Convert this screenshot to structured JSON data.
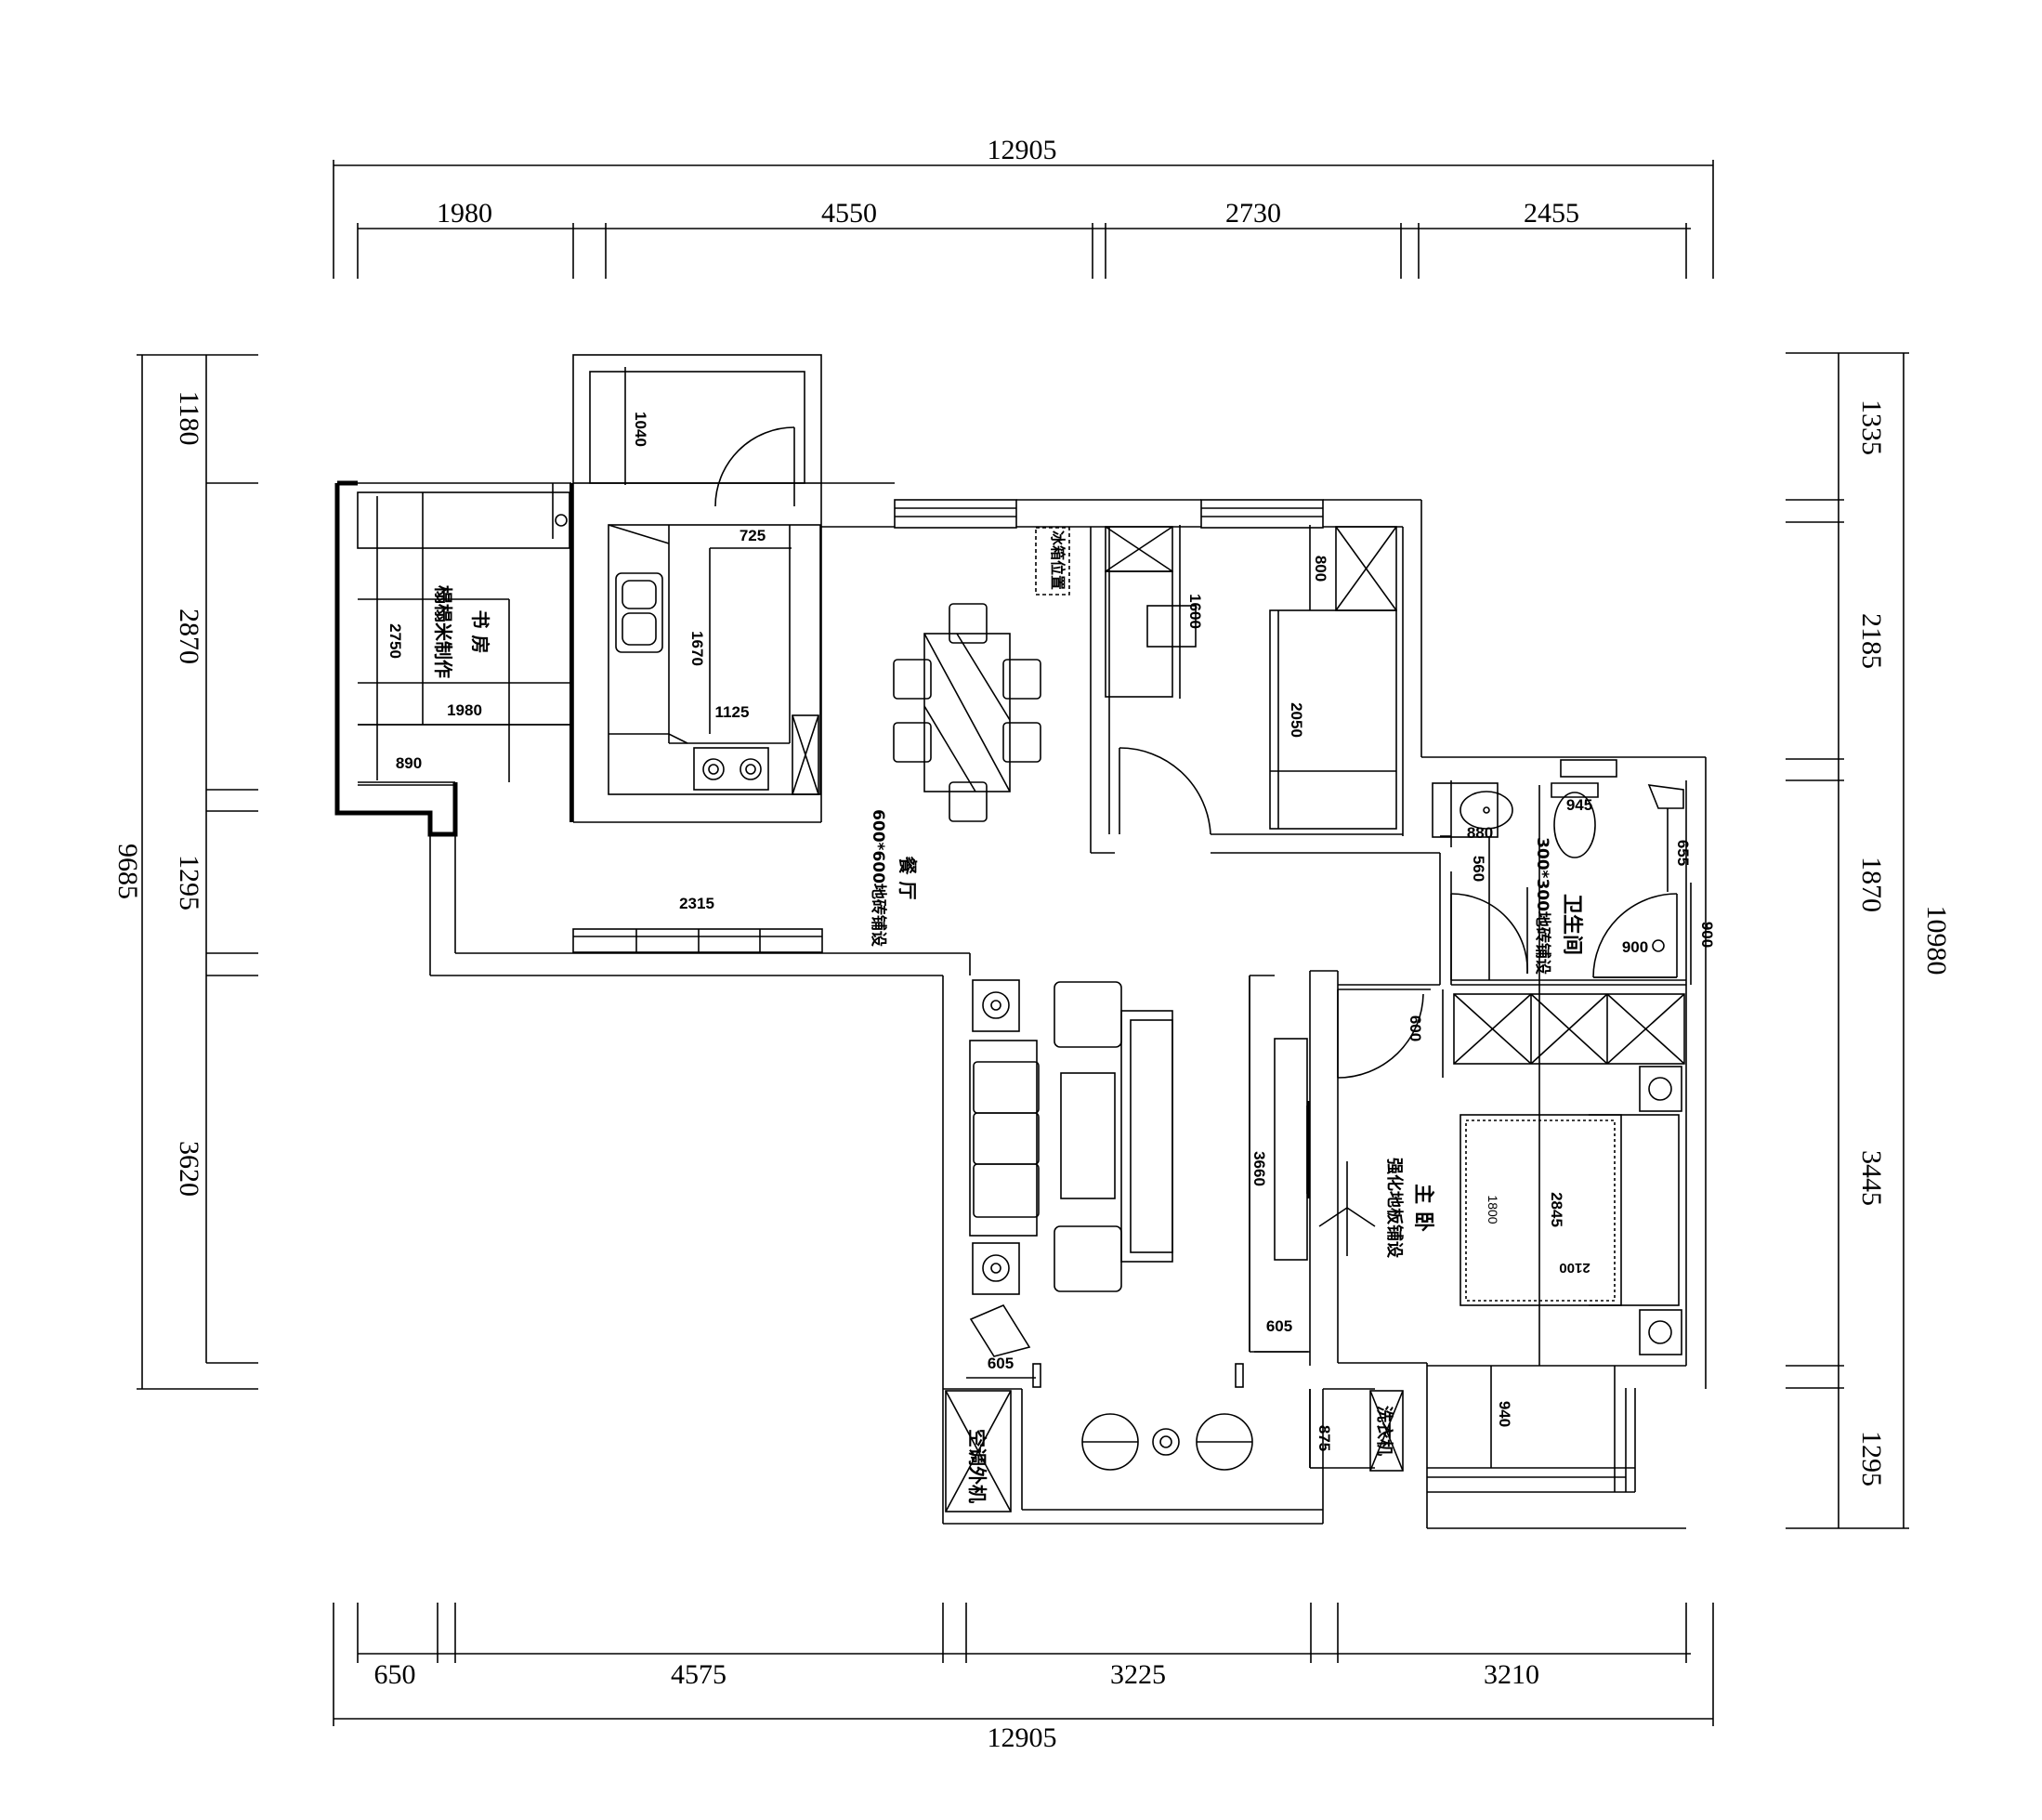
{
  "colors": {
    "line": "#000000",
    "background": "#ffffff"
  },
  "overall": {
    "top_width": "12905",
    "bottom_width": "12905",
    "left_height": "9685",
    "right_height": "10980"
  },
  "top_dims": [
    "1980",
    "4550",
    "2730",
    "2455"
  ],
  "bottom_dims": [
    "650",
    "4575",
    "3225",
    "3210"
  ],
  "left_dims": [
    "1180",
    "2870",
    "1295",
    "3620"
  ],
  "right_dims": [
    "1335",
    "2185",
    "1870",
    "3445",
    "1295"
  ],
  "rooms": {
    "study": {
      "name": "书 房",
      "note": "榻榻米制作",
      "dims": [
        "2750",
        "1980",
        "890"
      ]
    },
    "balcony_top": {
      "dims": [
        "1040"
      ]
    },
    "kitchen": {
      "dims": [
        "725",
        "1670",
        "1125"
      ]
    },
    "fridge": {
      "label": "冰箱位置"
    },
    "dining": {
      "name": "餐 厅",
      "floor": "600*600地砖铺设"
    },
    "bedroom2": {
      "dims": [
        "1600",
        "800",
        "2050"
      ]
    },
    "bathroom": {
      "name": "卫生间",
      "floor": "300*300地砖铺设",
      "dims": [
        "945",
        "880",
        "655",
        "560",
        "900",
        "900"
      ]
    },
    "living": {
      "dims": [
        "2315",
        "3660",
        "605",
        "605"
      ]
    },
    "master": {
      "name": "主 卧",
      "floor": "强化地板铺设",
      "dims": [
        "600",
        "2845",
        "1800",
        "2100"
      ]
    },
    "ac": {
      "label": "空调外机"
    },
    "washer": {
      "label": "洗衣机"
    },
    "balcony_bottom": {
      "dims": [
        "875",
        "940"
      ]
    }
  }
}
